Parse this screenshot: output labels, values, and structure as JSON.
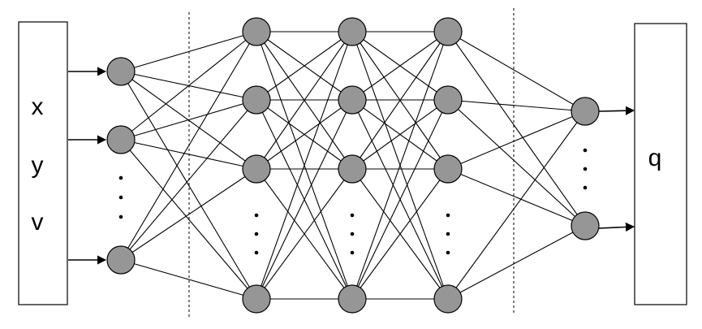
{
  "colors": {
    "node_fill": "#969696",
    "stroke": "#000000",
    "background": "#ffffff"
  },
  "input": {
    "variables": [
      "x",
      "y",
      "v"
    ]
  },
  "output": {
    "variables": [
      "q"
    ]
  },
  "network": {
    "layers": [
      {
        "role": "input-layer",
        "visible_nodes": 3,
        "has_ellipsis": true
      },
      {
        "role": "hidden-layer-1",
        "visible_nodes": 4,
        "has_ellipsis": true
      },
      {
        "role": "hidden-layer-2",
        "visible_nodes": 4,
        "has_ellipsis": true
      },
      {
        "role": "hidden-layer-3",
        "visible_nodes": 4,
        "has_ellipsis": true
      },
      {
        "role": "output-layer",
        "visible_nodes": 2,
        "has_ellipsis": true
      }
    ],
    "fully_connected": true
  }
}
